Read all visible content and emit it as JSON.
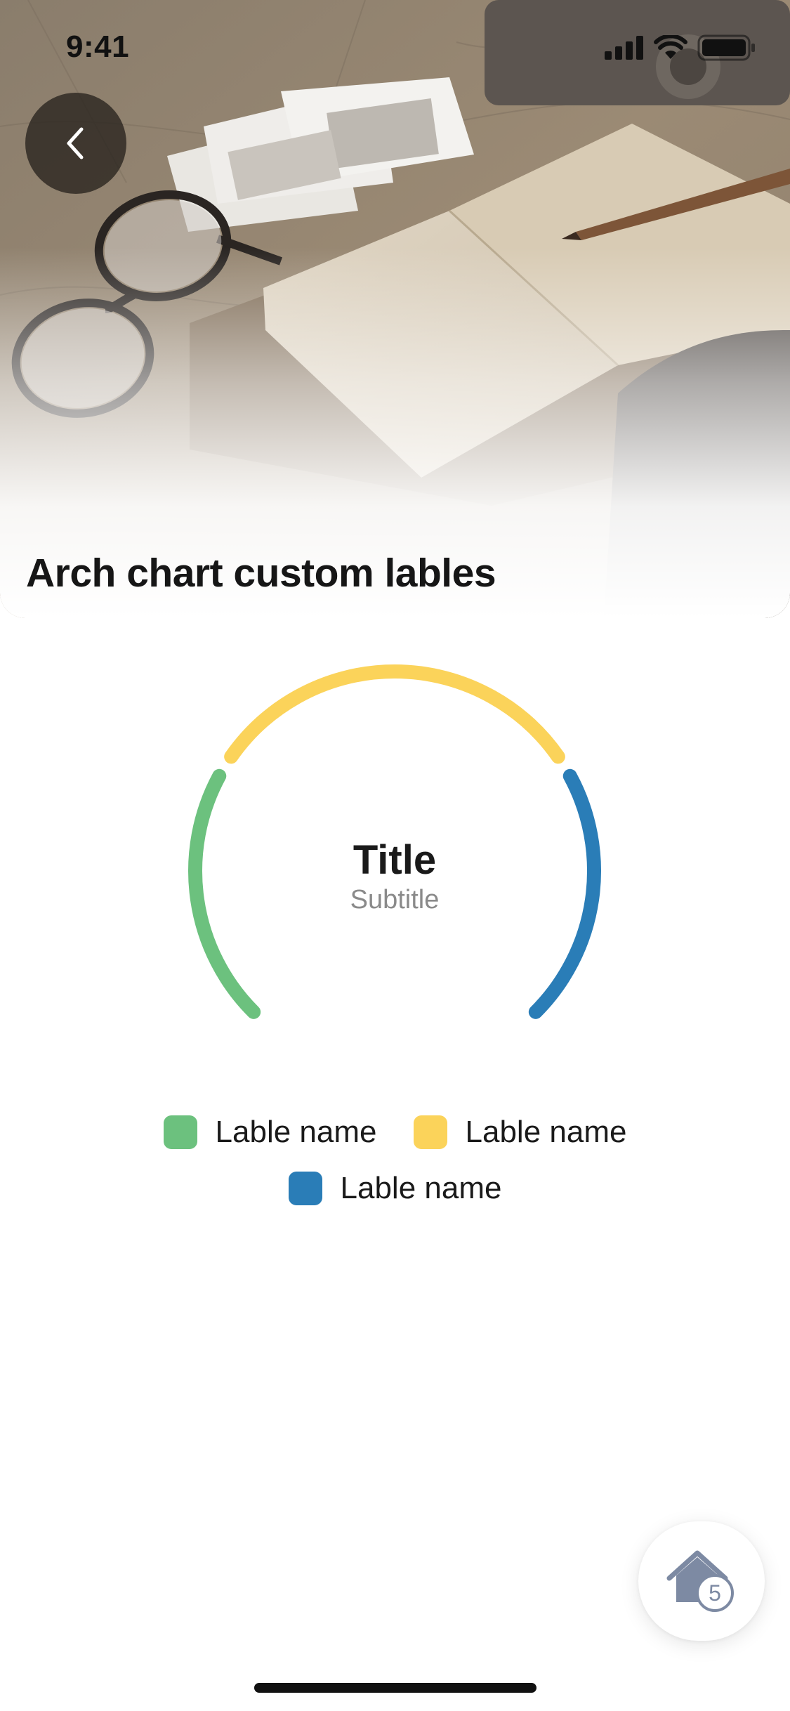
{
  "status_bar": {
    "time": "9:41"
  },
  "header": {
    "title": "Arch chart custom lables"
  },
  "chart_data": {
    "type": "arch",
    "title": "Title",
    "subtitle": "Subtitle",
    "series": [
      {
        "name": "Lable name",
        "value": 1,
        "color": "#6cc17e"
      },
      {
        "name": "Lable name",
        "value": 1.5,
        "color": "#fbd35a"
      },
      {
        "name": "Lable name",
        "value": 1,
        "color": "#2a7db7"
      }
    ]
  },
  "legend": {
    "items": [
      {
        "label": "Lable name",
        "color": "#6cc17e"
      },
      {
        "label": "Lable name",
        "color": "#fbd35a"
      },
      {
        "label": "Lable name",
        "color": "#2a7db7"
      }
    ]
  },
  "fab": {
    "icon": "home-icon",
    "badge": "5"
  },
  "colors": {
    "icon": "#7d8aa3",
    "text": "#1a1a1a",
    "muted": "#8a8a8a"
  }
}
